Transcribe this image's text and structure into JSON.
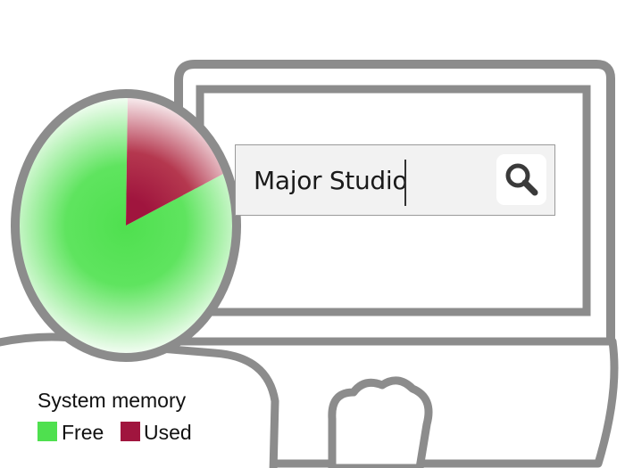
{
  "search": {
    "query": "Major Studio",
    "icon": "magnifier-icon"
  },
  "chart_data": {
    "type": "pie",
    "title": "System memory",
    "categories": [
      "Free",
      "Used"
    ],
    "values": [
      83,
      17
    ],
    "colors": [
      "#4fe04f",
      "#a0153e"
    ]
  },
  "colors": {
    "outline": "#8c8c8c",
    "free": "#4fe04f",
    "used": "#a0153e"
  }
}
